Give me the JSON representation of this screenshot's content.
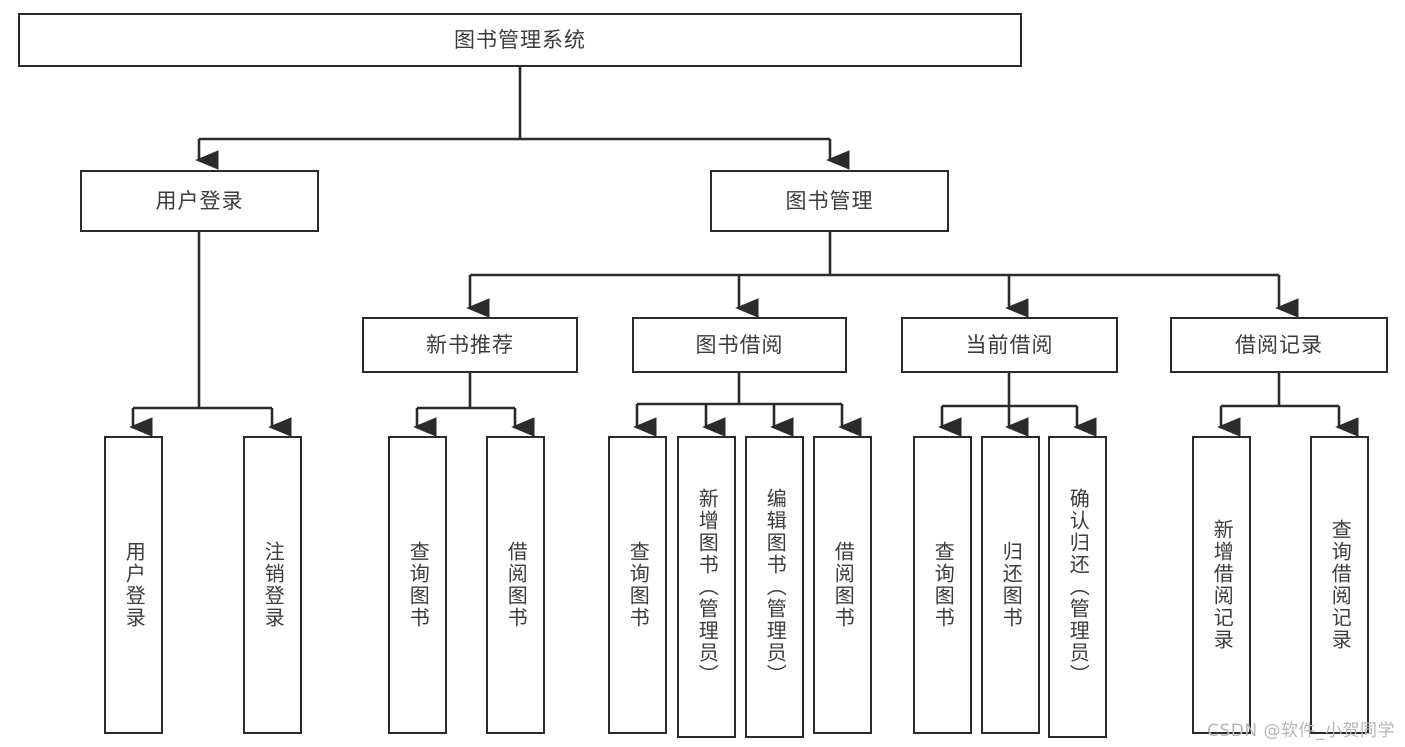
{
  "diagram": {
    "title": "图书管理系统",
    "type": "tree",
    "watermark": "CSDN @软件_小贺同学",
    "colors": {
      "box_border": "#2b2b2b",
      "box_fill": "#ffffff",
      "text": "#3c3c3c",
      "connector": "#2b2b2b",
      "watermark": "#b6b6b6",
      "background": "#ffffff"
    },
    "root": {
      "label": "图书管理系统"
    },
    "level2": [
      {
        "label": "用户登录"
      },
      {
        "label": "图书管理"
      }
    ],
    "level3": [
      {
        "label": "新书推荐"
      },
      {
        "label": "图书借阅"
      },
      {
        "label": "当前借阅"
      },
      {
        "label": "借阅记录"
      }
    ],
    "leaves": {
      "user_login": [
        {
          "label": "用户登录"
        },
        {
          "label": "注销登录"
        }
      ],
      "new_book_recommend": [
        {
          "label": "查询图书"
        },
        {
          "label": "借阅图书"
        }
      ],
      "book_borrow": [
        {
          "label": "查询图书"
        },
        {
          "label": "新增图书（管理员）"
        },
        {
          "label": "编辑图书（管理员）"
        },
        {
          "label": "借阅图书"
        }
      ],
      "current_borrow": [
        {
          "label": "查询图书"
        },
        {
          "label": "归还图书"
        },
        {
          "label": "确认归还（管理员）"
        }
      ],
      "borrow_record": [
        {
          "label": "新增借阅记录"
        },
        {
          "label": "查询借阅记录"
        }
      ]
    }
  }
}
